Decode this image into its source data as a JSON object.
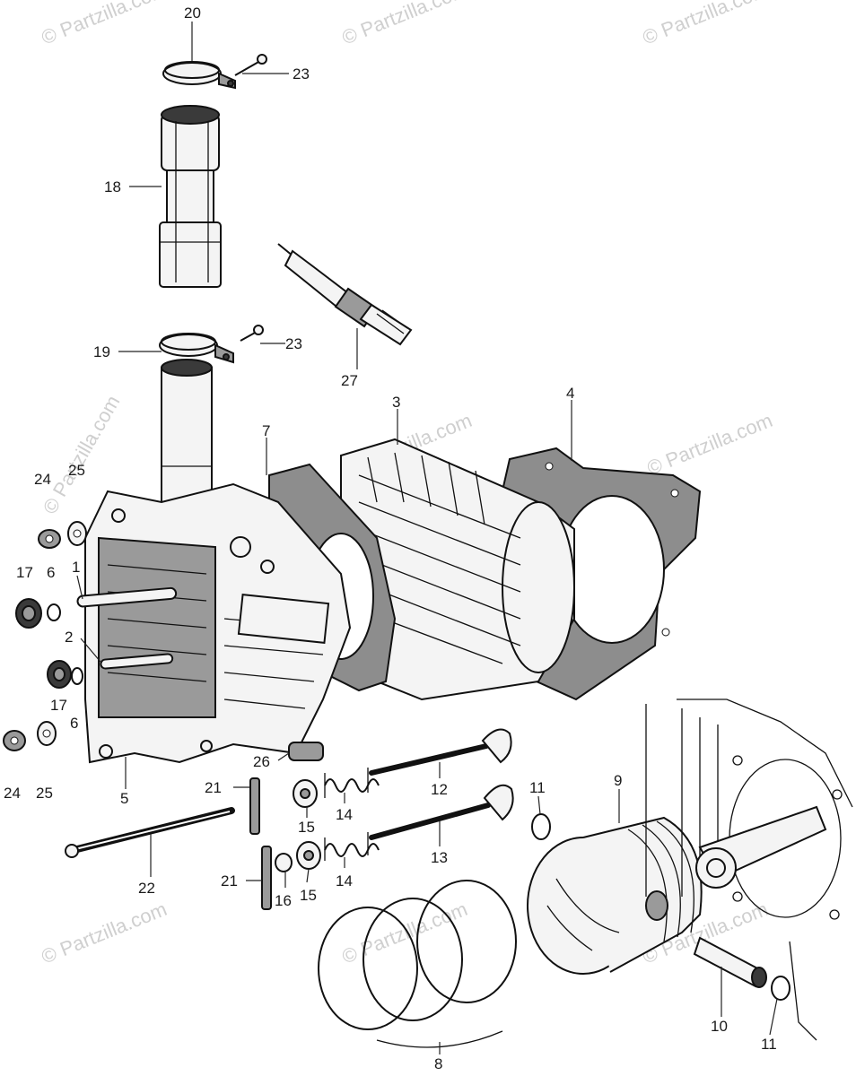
{
  "watermark_text": "© Partzilla.com",
  "labels": {
    "p1": "1",
    "p2": "2",
    "p3": "3",
    "p4": "4",
    "p5": "5",
    "p6a": "6",
    "p6b": "6",
    "p7": "7",
    "p8": "8",
    "p9": "9",
    "p10": "10",
    "p11a": "11",
    "p11b": "11",
    "p12": "12",
    "p13": "13",
    "p14a": "14",
    "p14b": "14",
    "p15a": "15",
    "p15b": "15",
    "p16": "16",
    "p17a": "17",
    "p17b": "17",
    "p18": "18",
    "p19": "19",
    "p20": "20",
    "p21a": "21",
    "p21b": "21",
    "p22": "22",
    "p23a": "23",
    "p23b": "23",
    "p24a": "24",
    "p24b": "24",
    "p25a": "25",
    "p25b": "25",
    "p26": "26",
    "p27": "27"
  }
}
